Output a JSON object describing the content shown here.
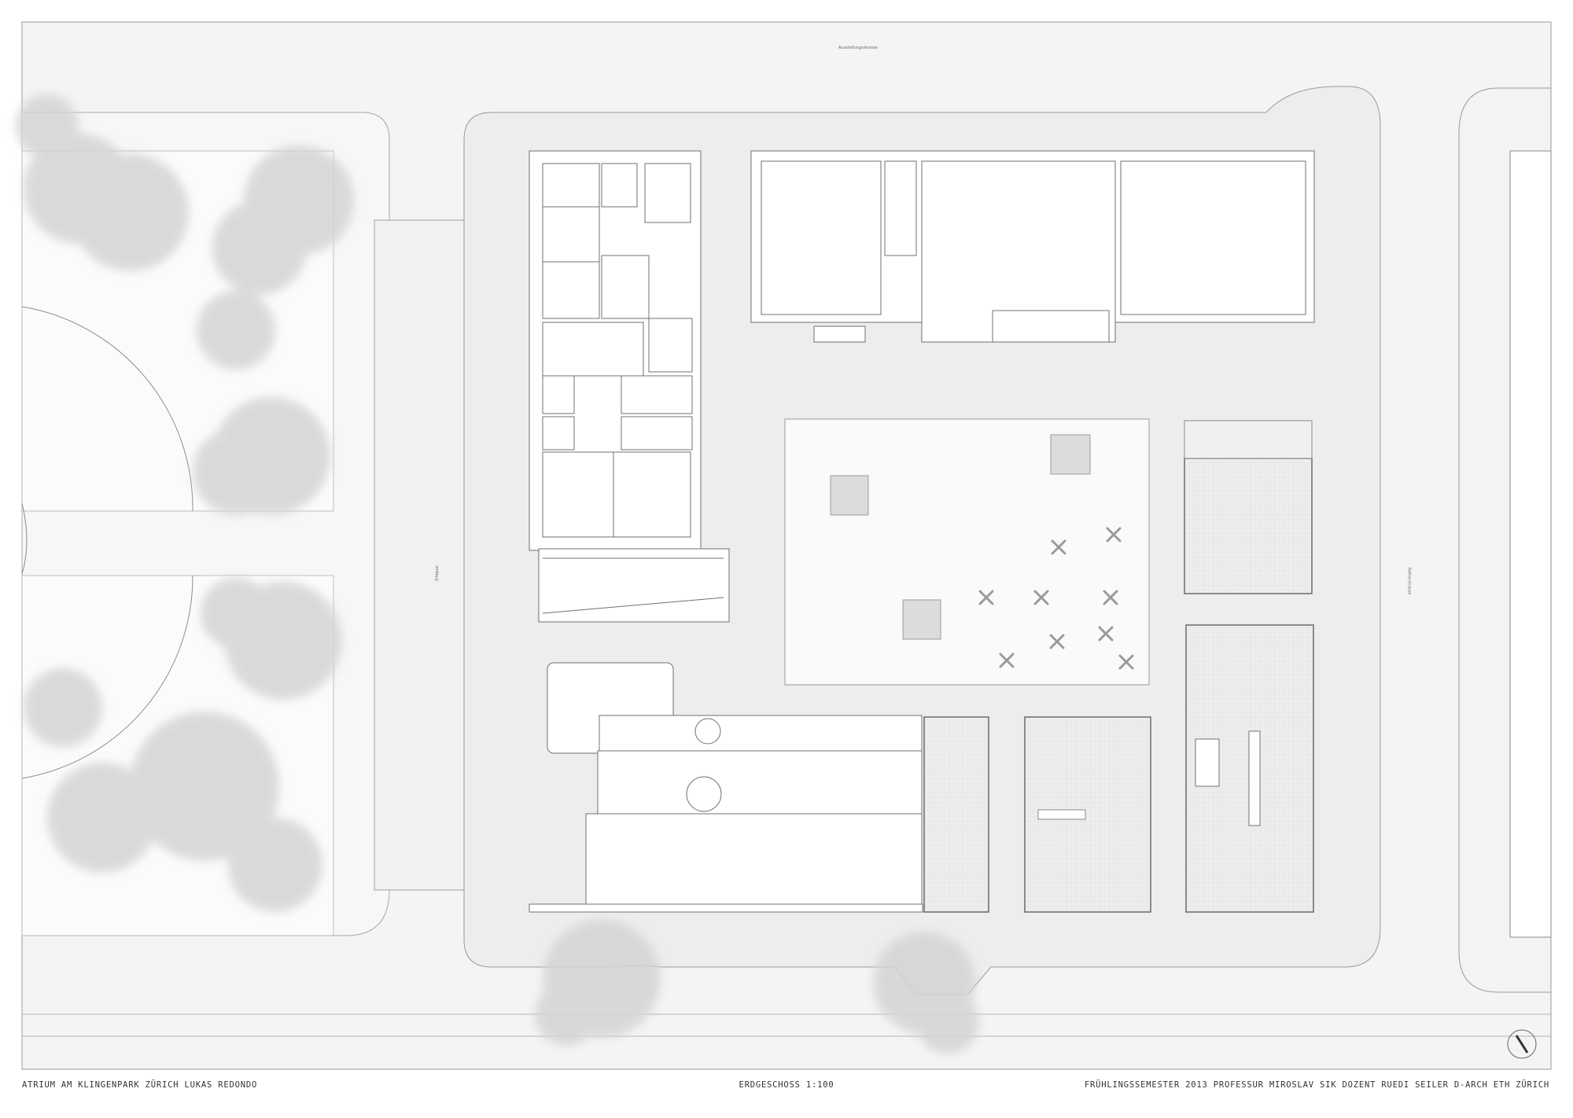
{
  "footer": {
    "left": "ATRIUM AM KLINGENPARK ZÜRICH   LUKAS REDONDO",
    "center": "ERDGESCHOSS 1:100",
    "right": "FRÜHLINGSSEMESTER  2013  PROFESSUR MIROSLAV SIK  DOZENT RUEDI SEILER  D-ARCH  ETH ZÜRICH"
  },
  "streets": {
    "top": "Ausstellungsstrasse",
    "left": "Sihlquai",
    "right": "Hafnerstrasse"
  },
  "colors": {
    "paper": "#ffffff",
    "ground": "#f3f3f3",
    "line": "#8c8c8c",
    "tree": "#d9d9d9"
  },
  "icons": {
    "north_arrow": "north-arrow-icon"
  }
}
